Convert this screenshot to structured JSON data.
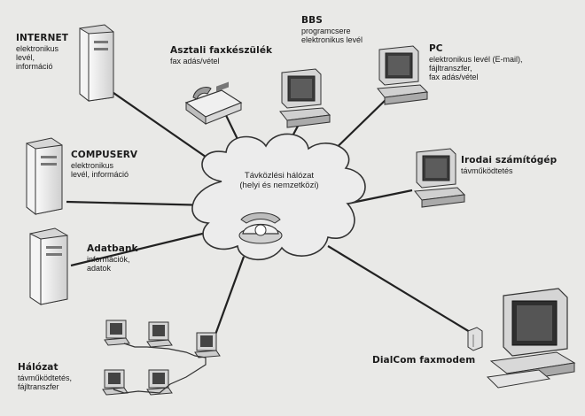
{
  "nodes": {
    "internet": {
      "title": "INTERNET",
      "lines": [
        "elektronikus",
        "levél,",
        "információ"
      ]
    },
    "fax_device": {
      "title": "Asztali faxkészülék",
      "lines": [
        "fax adás/vétel"
      ]
    },
    "bbs": {
      "title": "BBS",
      "lines": [
        "programcsere",
        "elektronikus levél"
      ]
    },
    "pc": {
      "title": "PC",
      "lines": [
        "elektronikus levél (E-mail),",
        "fájltranszfer,",
        "fax adás/vétel"
      ]
    },
    "compuserv": {
      "title": "COMPUSERV",
      "lines": [
        "elektronikus",
        "levél, információ"
      ]
    },
    "office_computer": {
      "title": "Irodai számítógép",
      "lines": [
        "távműködtetés"
      ]
    },
    "database": {
      "title": "Adatbank",
      "lines": [
        "információk,",
        "adatok"
      ]
    },
    "network": {
      "title": "Hálózat",
      "lines": [
        "távműködtetés,",
        "fájltranszfer"
      ]
    },
    "faxmodem": {
      "title": "DialCom faxmodem",
      "lines": []
    }
  },
  "cloud": {
    "line1": "Távközlési hálózat",
    "line2": "(helyi és nemzetközi)"
  },
  "icons": [
    "server-tower-icon",
    "fax-machine-icon",
    "desktop-computer-icon",
    "telephone-icon",
    "modem-icon"
  ]
}
